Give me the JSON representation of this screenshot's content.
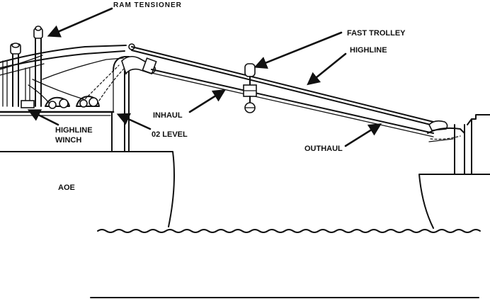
{
  "labels": {
    "ram_tensioner": "RAM TENSIONER",
    "fast_trolley": "FAST TROLLEY",
    "highline": "HIGHLINE",
    "inhaul": "INHAUL",
    "highline_winch_line1": "HIGHLINE",
    "highline_winch_line2": "WINCH",
    "level_02": "02 LEVEL",
    "outhaul": "OUTHAUL",
    "aoe": "AOE"
  },
  "icons": {
    "pointer": "arrow-icon",
    "water": "wave-icon"
  }
}
